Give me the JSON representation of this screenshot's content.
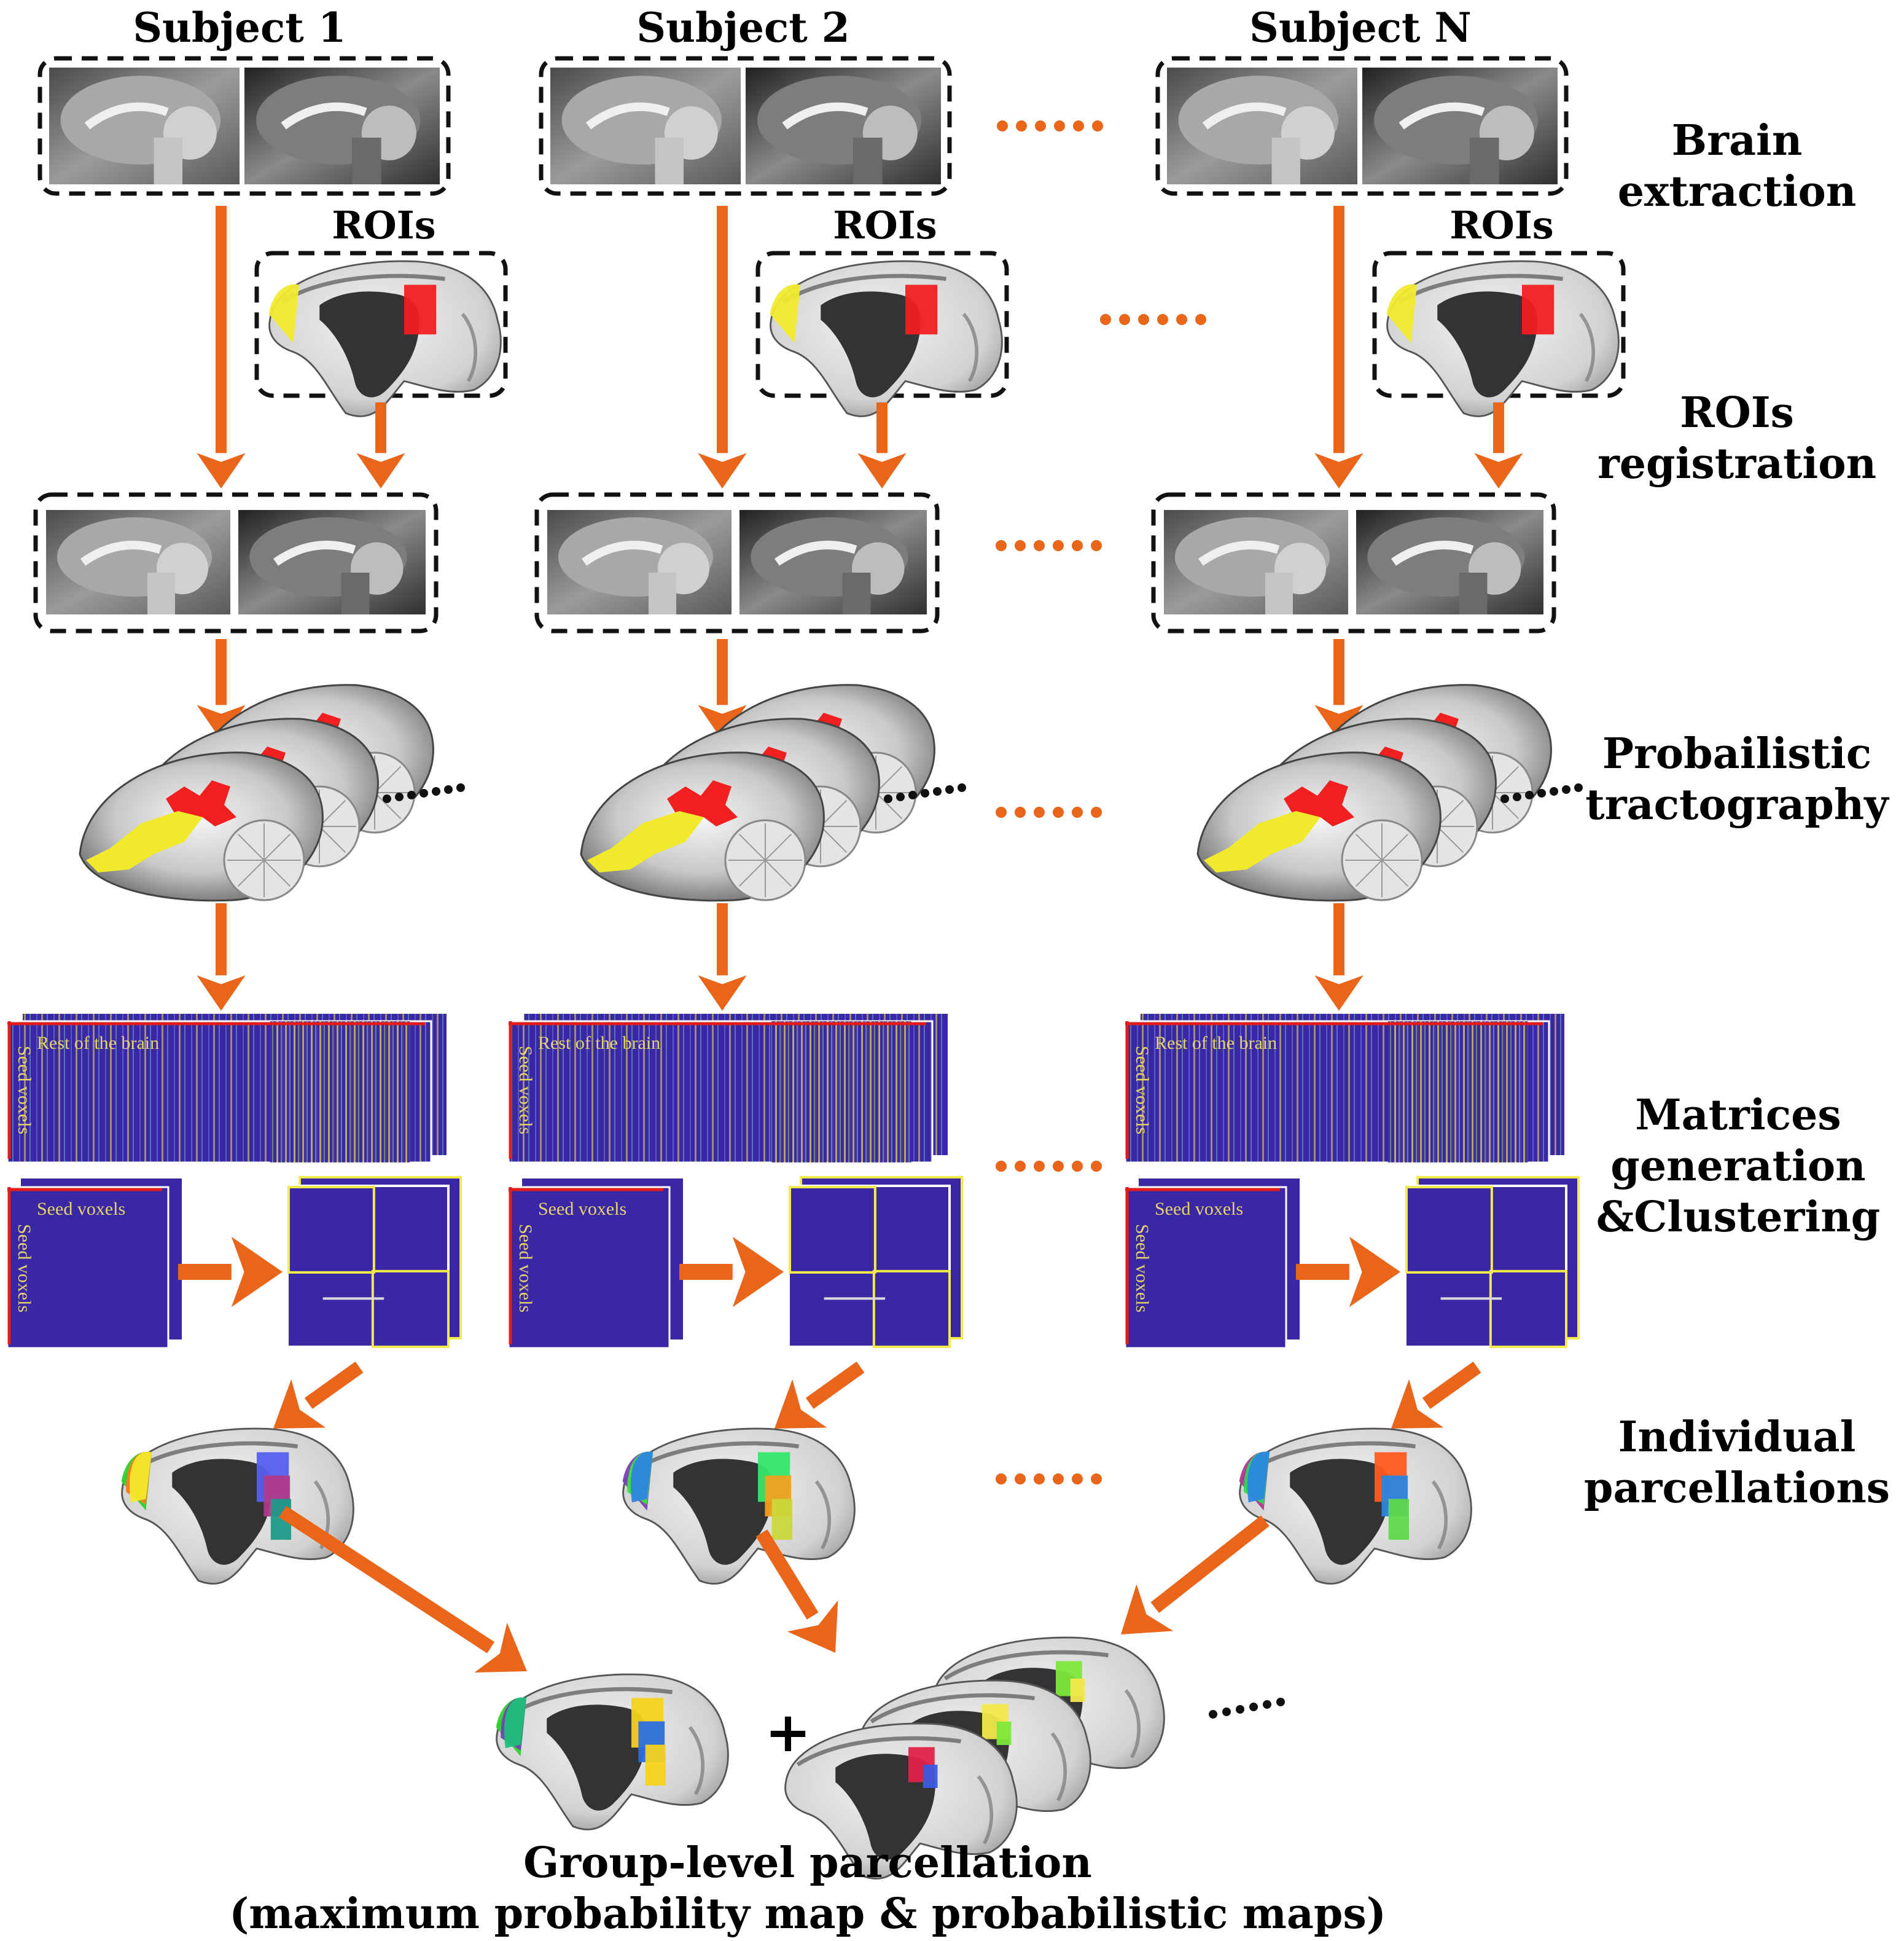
{
  "figure": {
    "type": "pipeline-flowchart",
    "subjects": [
      {
        "id": "s1",
        "label": "Subject 1"
      },
      {
        "id": "s2",
        "label": "Subject 2"
      },
      {
        "id": "sN",
        "label": "Subject N"
      }
    ],
    "roi_label": "ROIs",
    "stages": [
      {
        "id": "brain-extraction",
        "lines": [
          "Brain",
          "extraction"
        ]
      },
      {
        "id": "rois-registration",
        "lines": [
          "ROIs",
          "registration"
        ]
      },
      {
        "id": "probabilistic-tractography",
        "lines": [
          "Probailistic",
          "tractography"
        ]
      },
      {
        "id": "matrices-clustering",
        "lines": [
          "Matrices",
          "generation",
          "&Clustering"
        ]
      },
      {
        "id": "individual-parcellations",
        "lines": [
          "Individual",
          "parcellations"
        ]
      }
    ],
    "matrix_labels": {
      "connectivity_x": "Rest of the brain",
      "connectivity_y": "Seed voxels",
      "similarity_x": "Seed voxels",
      "similarity_y": "Seed voxels"
    },
    "group": {
      "plus": "+",
      "title": "Group-level parcellation",
      "subtitle": "(maximum probability map & probabilistic maps)"
    },
    "ellipsis": "......",
    "colors": {
      "arrow": "#e8651a",
      "ellipsis_orange": "#e8651a",
      "matrix_bg": "#3a27a6",
      "matrix_hot": "#e7e04a",
      "roi_red": "#f02020",
      "roi_yellow": "#f1ea2c",
      "dark_region": "#333333",
      "cortex": "#d9d9d9"
    }
  }
}
